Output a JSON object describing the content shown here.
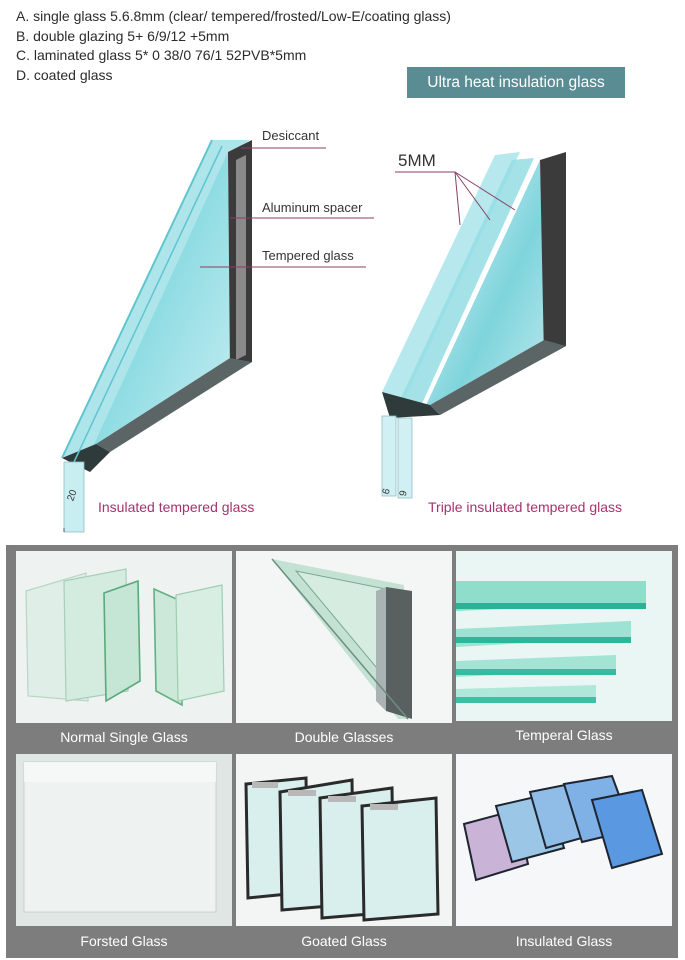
{
  "specs": [
    "A. single glass 5.6.8mm (clear/ tempered/frosted/Low-E/coating glass)",
    "B. double glazing 5+ 6/9/12 +5mm",
    "C. laminated glass 5* 0 38/0 76/1 52PVB*5mm",
    "D. coated glass"
  ],
  "badge": "Ultra heat insulation glass",
  "diagram_left": {
    "callouts": [
      "Desiccant",
      "Aluminum spacer",
      "Tempered glass"
    ],
    "dimension": "20",
    "caption": "Insulated tempered glass"
  },
  "diagram_right": {
    "thickness_label": "5MM",
    "dimensions": [
      "6",
      "9"
    ],
    "caption": "Triple insulated tempered glass"
  },
  "gallery": [
    "Normal Single Glass",
    "Double Glasses",
    "Temperal Glass",
    "Forsted Glass",
    "Goated Glass",
    "Insulated Glass"
  ],
  "colors": {
    "badge": "#5a8c93",
    "caption": "#a8326e",
    "glass": "#7fd4dc",
    "gallery_frame": "#7d7d7d"
  }
}
